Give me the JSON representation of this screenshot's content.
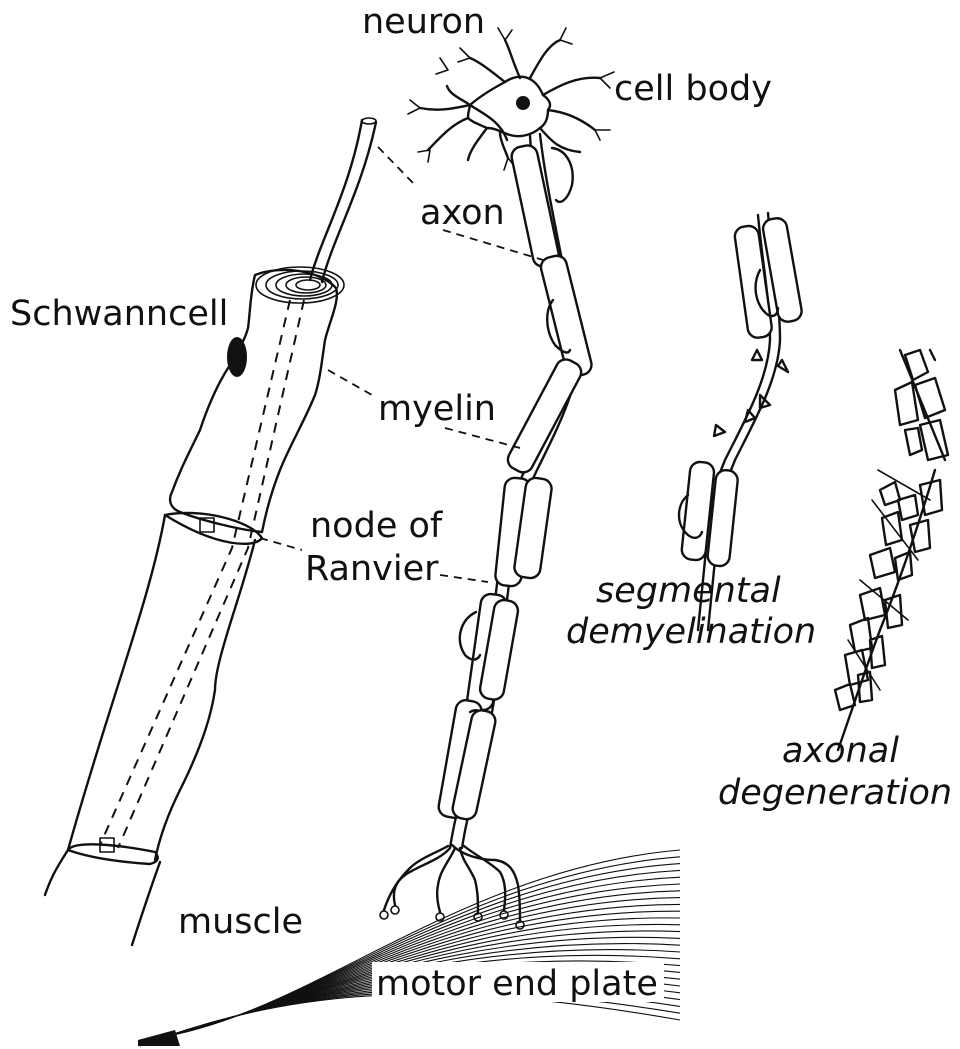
{
  "labels": {
    "neuron": "neuron",
    "cell_body": "cell body",
    "axon": "axon",
    "schwanncell": "Schwanncell",
    "myelin": "myelin",
    "node_line1": "node of",
    "node_line2": "Ranvier",
    "segmental_line1": "segmental",
    "segmental_line2": "demyelination",
    "axonal_line1": "axonal",
    "axonal_line2": "degeneration",
    "muscle": "muscle",
    "motor_end_plate": "motor end plate"
  },
  "colors": {
    "ink": "#111111",
    "background": "#ffffff"
  }
}
